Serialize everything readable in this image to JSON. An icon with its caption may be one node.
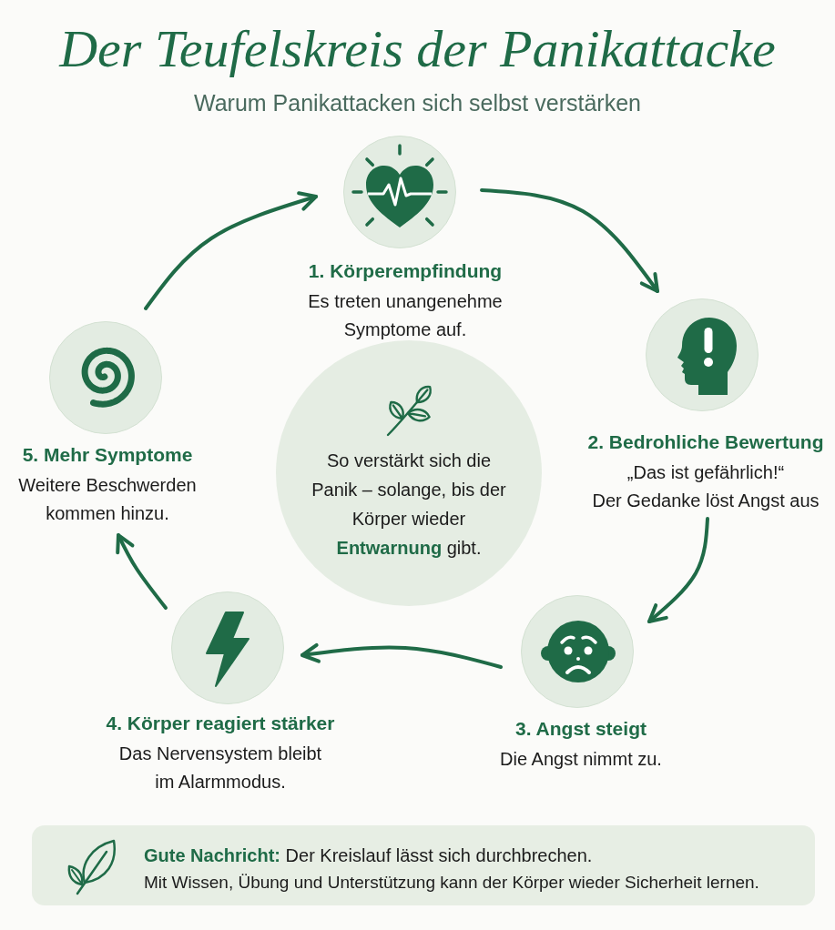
{
  "diagram": {
    "title": "Der Teufelskreis der Panikattacke",
    "nodes": [
      {
        "text": [
          "1. Körperempfindung",
          "Es treten unangenehme Symptome auf."
        ]
      },
      {
        "text": [
          "2. Bedrohliche Bewertung",
          "„Das ist gefährlich!“",
          "Der Gedanke löst Angst aus"
        ]
      },
      {
        "text": [
          "3. Angst steigt",
          "Die Angst nimmt zu."
        ]
      },
      {
        "text": [
          "4. Körper reagiert stärker",
          "Das Nervensystem bleibt im Alarmmodus."
        ]
      },
      {
        "text": [
          "5. Mehr Symptome",
          "Weitere Beschwerden kommen hinzu."
        ]
      },
      {
        "text": [
          "So verstärkt sich die Panik – solange, bis der Körper wieder **Entwarnung** gibt."
        ]
      },
      {
        "text": [
          "**Gute Nachricht:** Der Kreislauf lässt sich durchbrechen.",
          "Mit Wissen, Übung und Unterstützung kann der Körper wieder Sicherheit lernen."
        ]
      }
    ],
    "edges": [
      {
        "from": 0,
        "to": 1,
        "arrow": "to"
      },
      {
        "from": 1,
        "to": 2,
        "arrow": "to"
      },
      {
        "from": 2,
        "to": 3,
        "arrow": "to"
      },
      {
        "from": 3,
        "to": 4,
        "arrow": "to"
      },
      {
        "from": 4,
        "to": 0,
        "arrow": "to"
      }
    ],
    "labels": [
      "Warum Panikattacken sich selbst verstärken"
    ]
  }
}
